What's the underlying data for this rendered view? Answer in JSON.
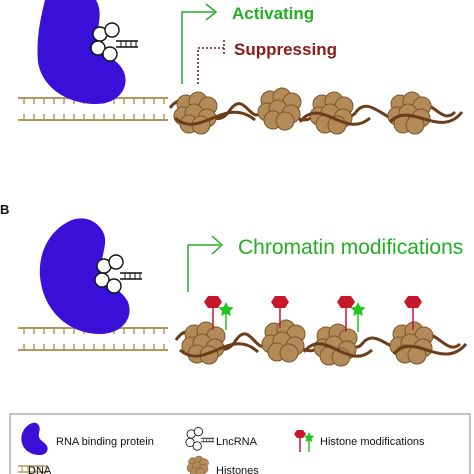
{
  "panel_a": {
    "activating": "Activating",
    "suppressing": "Suppressing"
  },
  "panel_b": {
    "letter": "B",
    "chromatin": "Chromatin modifications"
  },
  "legend": {
    "rbp": "RNA binding protein",
    "lncrna": "LncRNA",
    "histone_mods": "Histone modifications",
    "dna": "DNA",
    "histones": "Histones"
  },
  "colors": {
    "rbp": "#3a10d8",
    "activating": "#22b022",
    "suppressing": "#8b1a1a",
    "histone": "#b28b59",
    "histone_dark": "#7a5628",
    "dna_strand": "#6b3d1a",
    "dna_ladder": "#b7955e",
    "mod_red": "#c8162a",
    "mod_green": "#22c322"
  }
}
